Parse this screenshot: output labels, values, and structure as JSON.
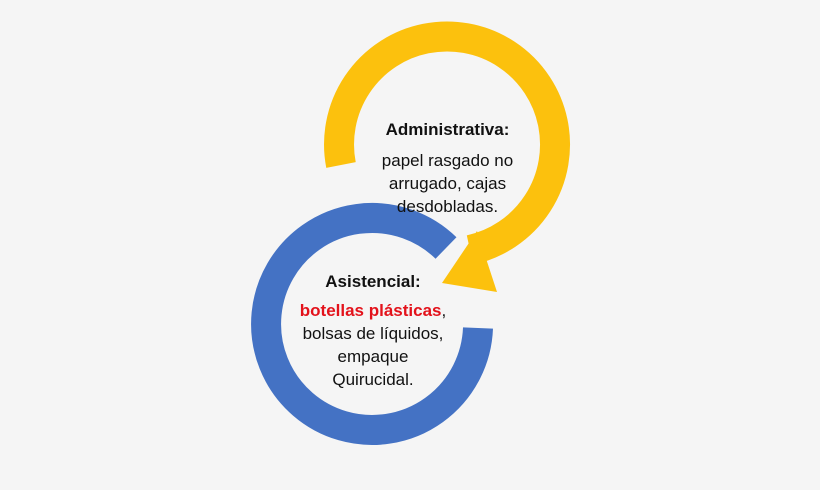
{
  "colors": {
    "yellow": "#fcc10d",
    "blue": "#4472c4",
    "highlight": "#e3121b",
    "background": "#f5f5f5"
  },
  "administrativa": {
    "title": "Administrativa:",
    "line1": "papel rasgado no",
    "line2": "arrugado, cajas",
    "line3": "desdobladas."
  },
  "asistencial": {
    "title": "Asistencial:",
    "highlight": "botellas plásticas",
    "comma": ",",
    "line2": "bolsas de líquidos,",
    "line3": "empaque",
    "line4": "Quirucidal."
  }
}
